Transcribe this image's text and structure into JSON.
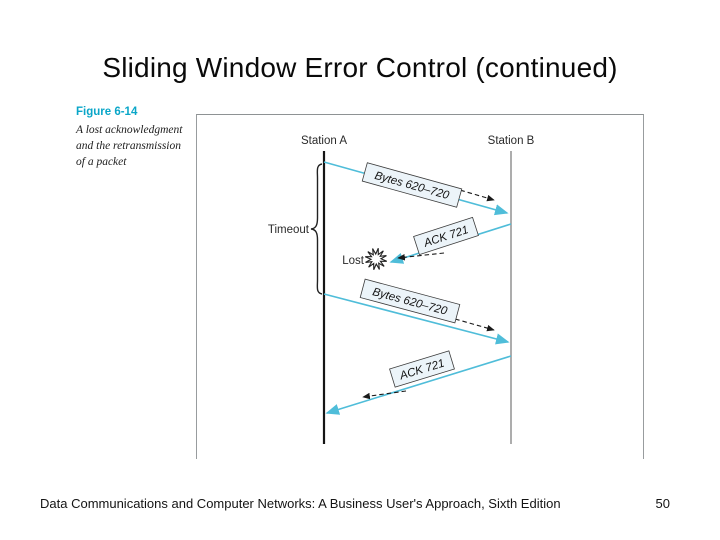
{
  "title": "Sliding Window Error Control (continued)",
  "figure": {
    "label": "Figure 6-14",
    "caption": [
      "A lost acknowledgment",
      "and the retransmission",
      "of a packet"
    ]
  },
  "diagram": {
    "station_a": "Station A",
    "station_b": "Station B",
    "timeout": "Timeout",
    "lost": "Lost",
    "packet1_label": "Bytes 620–720",
    "ack1_label": "ACK 721",
    "packet2_label": "Bytes 620–720",
    "ack2_label": "ACK 721"
  },
  "footer": {
    "book": "Data Communications and Computer Networks: A Business User's Approach, Sixth Edition",
    "page": "50"
  },
  "colors": {
    "accent": "#4fbdd9",
    "figure_label": "#0aa6c8"
  }
}
